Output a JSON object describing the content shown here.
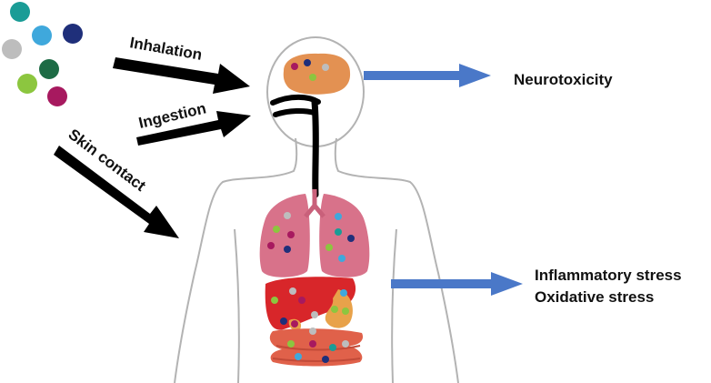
{
  "routes": {
    "inhalation": "Inhalation",
    "ingestion": "Ingestion",
    "skin_contact": "Skin contact"
  },
  "effects": {
    "neurotoxicity": "Neurotoxicity",
    "inflammatory": "Inflammatory stress",
    "oxidative": "Oxidative stress"
  },
  "colors": {
    "particles": [
      "#1a9c96",
      "#3fa8dc",
      "#1f2f7a",
      "#bdbdbd",
      "#1d6b45",
      "#8cc63f",
      "#a7195f"
    ],
    "exposure_arrow": "#000000",
    "effect_arrow": "#4a78c8",
    "body_outline": "#b3b3b3",
    "brain": "#e39152",
    "lungs": "#d8728a",
    "liver": "#d8262a",
    "intestine": "#e0614a",
    "stomach": "#e8a24a"
  }
}
